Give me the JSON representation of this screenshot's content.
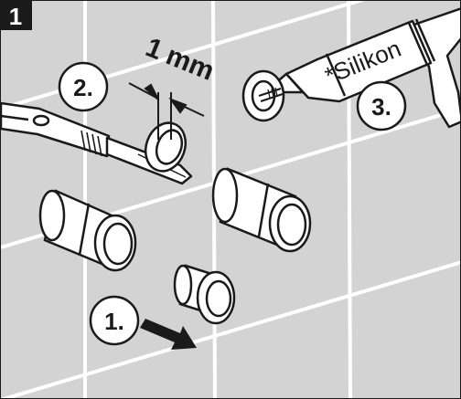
{
  "panel_number": "1",
  "steps": {
    "step1": "1.",
    "step2": "2.",
    "step3": "3."
  },
  "dimension": {
    "value": "1",
    "unit": "mm"
  },
  "cartridge_label": "*Silikon",
  "colors": {
    "tile_fill": "#d3d3d3",
    "grout_lines": "#ffffff",
    "outline": "#1a1a1a",
    "object_fill": "#ffffff",
    "panel_badge": "#1a1a1a"
  }
}
